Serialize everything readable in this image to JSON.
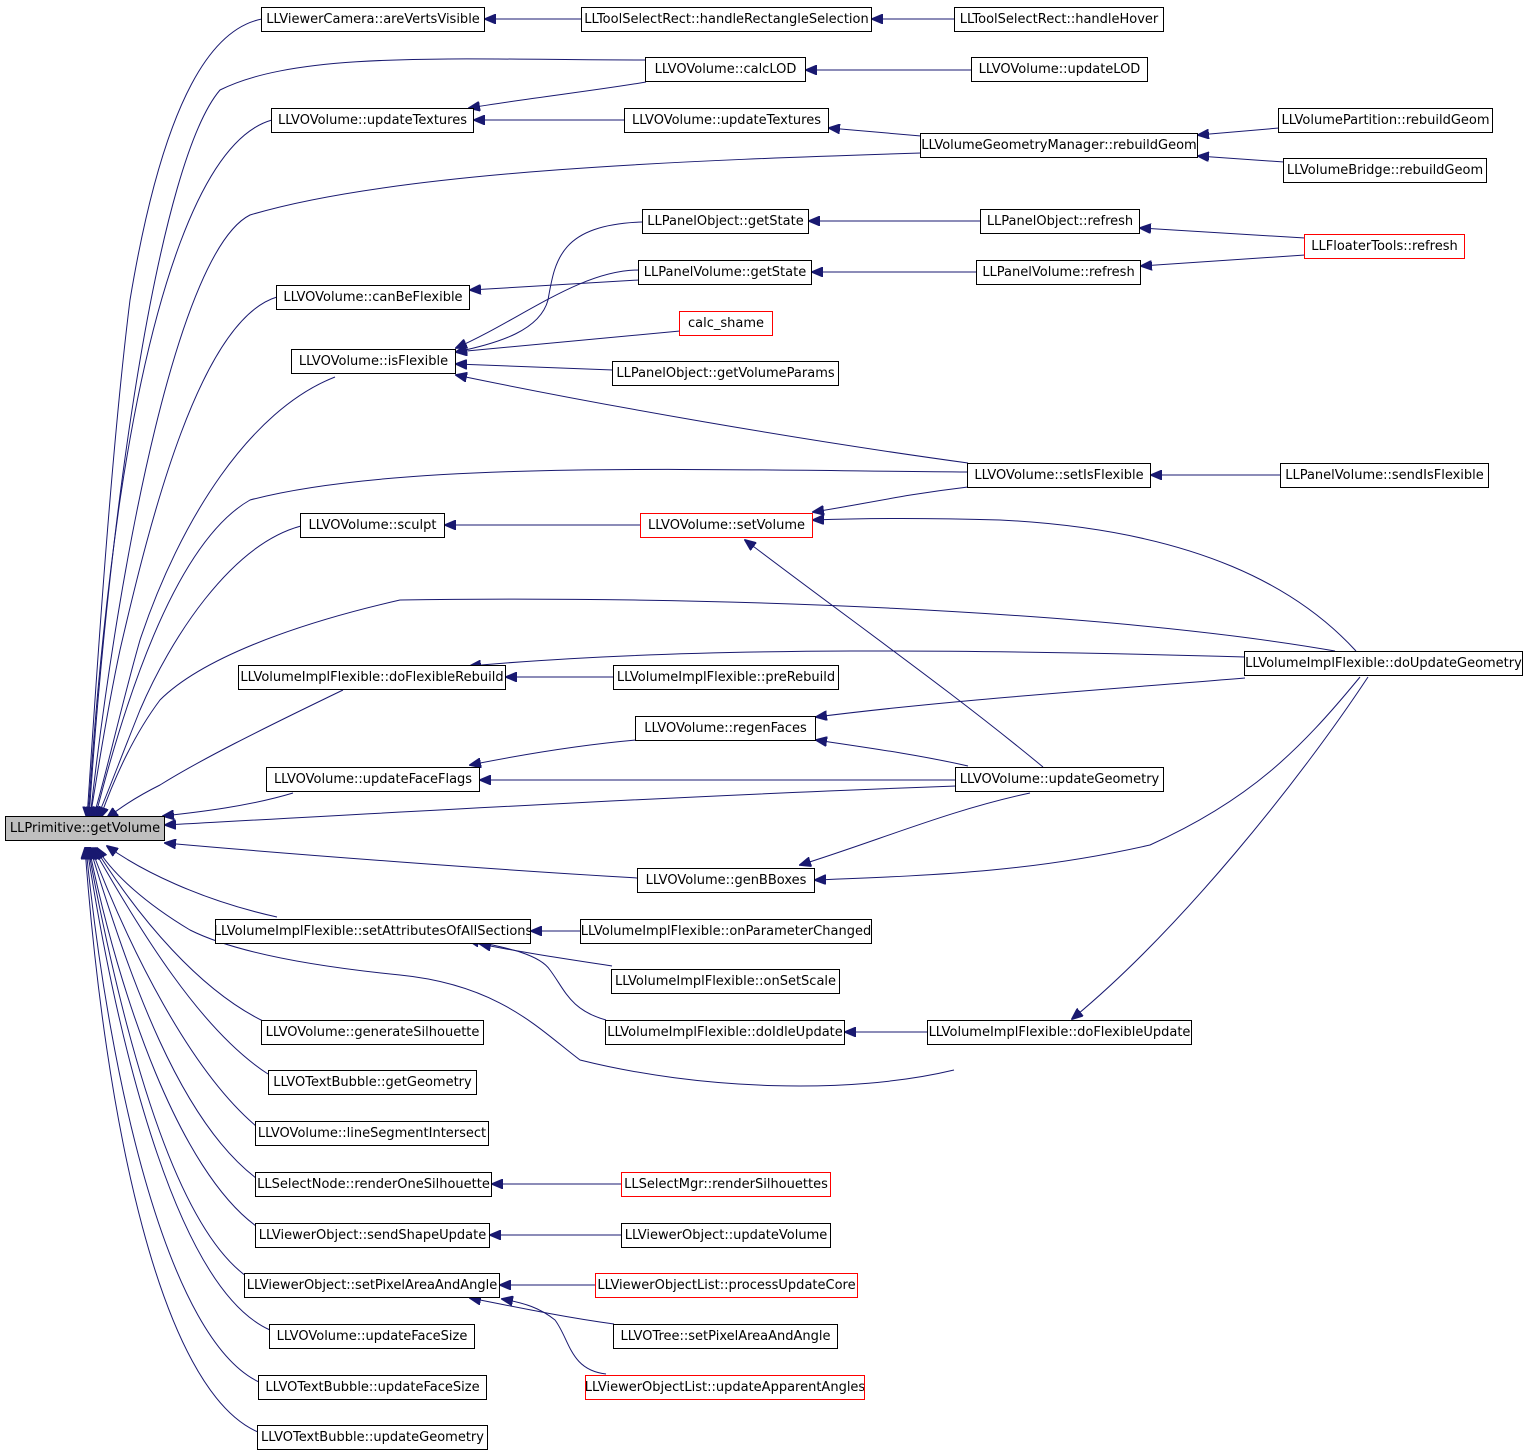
{
  "graph": {
    "focus_node": "LLPrimitive::getVolume",
    "colors": {
      "edge": "#191970",
      "node_border": "#000000",
      "truncated_border": "#ff0000",
      "focus_fill": "#bfbfbf"
    },
    "nodes": {
      "n_getVolume": "LLPrimitive::getVolume",
      "n_areVertsVisible": "LLViewerCamera::areVertsVisible",
      "n_handleRectangleSelection": "LLToolSelectRect::handleRectangleSelection",
      "n_handleHover": "LLToolSelectRect::handleHover",
      "n_calcLOD": "LLVOVolume::calcLOD",
      "n_updateLOD": "LLVOVolume::updateLOD",
      "n_updateTextures_a": "LLVOVolume::updateTextures",
      "n_updateTextures_b": "LLVOVolume::updateTextures",
      "n_vgmRebuildGeom": "LLVolumeGeometryManager::rebuildGeom",
      "n_vpRebuildGeom": "LLVolumePartition::rebuildGeom",
      "n_vbRebuildGeom": "LLVolumeBridge::rebuildGeom",
      "n_poGetState": "LLPanelObject::getState",
      "n_poRefresh": "LLPanelObject::refresh",
      "n_ftRefresh": "LLFloaterTools::refresh",
      "n_canBeFlexible": "LLVOVolume::canBeFlexible",
      "n_pvGetState": "LLPanelVolume::getState",
      "n_pvRefresh": "LLPanelVolume::refresh",
      "n_calcShame": "calc_shame",
      "n_isFlexible": "LLVOVolume::isFlexible",
      "n_getVolumeParams": "LLPanelObject::getVolumeParams",
      "n_setIsFlexible": "LLVOVolume::setIsFlexible",
      "n_sendIsFlexible": "LLPanelVolume::sendIsFlexible",
      "n_sculpt": "LLVOVolume::sculpt",
      "n_setVolume": "LLVOVolume::setVolume",
      "n_doFlexibleRebuild": "LLVolumeImplFlexible::doFlexibleRebuild",
      "n_preRebuild": "LLVolumeImplFlexible::preRebuild",
      "n_doUpdateGeometry": "LLVolumeImplFlexible::doUpdateGeometry",
      "n_regenFaces": "LLVOVolume::regenFaces",
      "n_updateFaceFlags": "LLVOVolume::updateFaceFlags",
      "n_updateGeometry": "LLVOVolume::updateGeometry",
      "n_genBBoxes": "LLVOVolume::genBBoxes",
      "n_setAttrs": "LLVolumeImplFlexible::setAttributesOfAllSections",
      "n_onParameterChanged": "LLVolumeImplFlexible::onParameterChanged",
      "n_onSetScale": "LLVolumeImplFlexible::onSetScale",
      "n_doIdleUpdate": "LLVolumeImplFlexible::doIdleUpdate",
      "n_doFlexibleUpdate": "LLVolumeImplFlexible::doFlexibleUpdate",
      "n_generateSilhouette": "LLVOVolume::generateSilhouette",
      "n_tbGetGeometry": "LLVOTextBubble::getGeometry",
      "n_lineSegmentIntersect": "LLVOVolume::lineSegmentIntersect",
      "n_renderOneSilhouette": "LLSelectNode::renderOneSilhouette",
      "n_renderSilhouettes": "LLSelectMgr::renderSilhouettes",
      "n_sendShapeUpdate": "LLViewerObject::sendShapeUpdate",
      "n_updateVolume": "LLViewerObject::updateVolume",
      "n_setPixelAreaAndAngle": "LLViewerObject::setPixelAreaAndAngle",
      "n_processUpdateCore": "LLViewerObjectList::processUpdateCore",
      "n_treeSetPixelArea": "LLVOTree::setPixelAreaAndAngle",
      "n_updateFaceSize": "LLVOVolume::updateFaceSize",
      "n_updateApparentAngles": "LLViewerObjectList::updateApparentAngles",
      "n_tbUpdateFaceSize": "LLVOTextBubble::updateFaceSize",
      "n_tbUpdateGeometry": "LLVOTextBubble::updateGeometry"
    }
  }
}
